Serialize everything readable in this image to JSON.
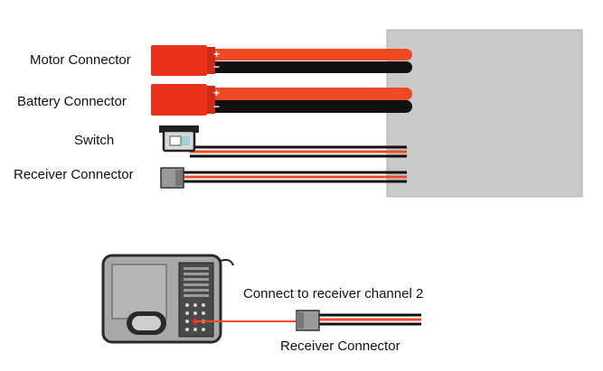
{
  "labels": {
    "motor": "Motor Connector",
    "battery": "Battery Connector",
    "switch": "Switch",
    "receiver": "Receiver Connector",
    "channel_note": "Connect to receiver channel 2",
    "receiver_bottom": "Receiver Connector"
  },
  "polarity": {
    "plus": "+",
    "minus": "−"
  },
  "colors": {
    "esc_box": "#c9c9c9",
    "connector_red": "#e8321c",
    "wire_red": "#f04a24",
    "wire_black": "#111111",
    "receiver_body": "#9a9a9a",
    "switch_body": "#d8d8d8"
  }
}
